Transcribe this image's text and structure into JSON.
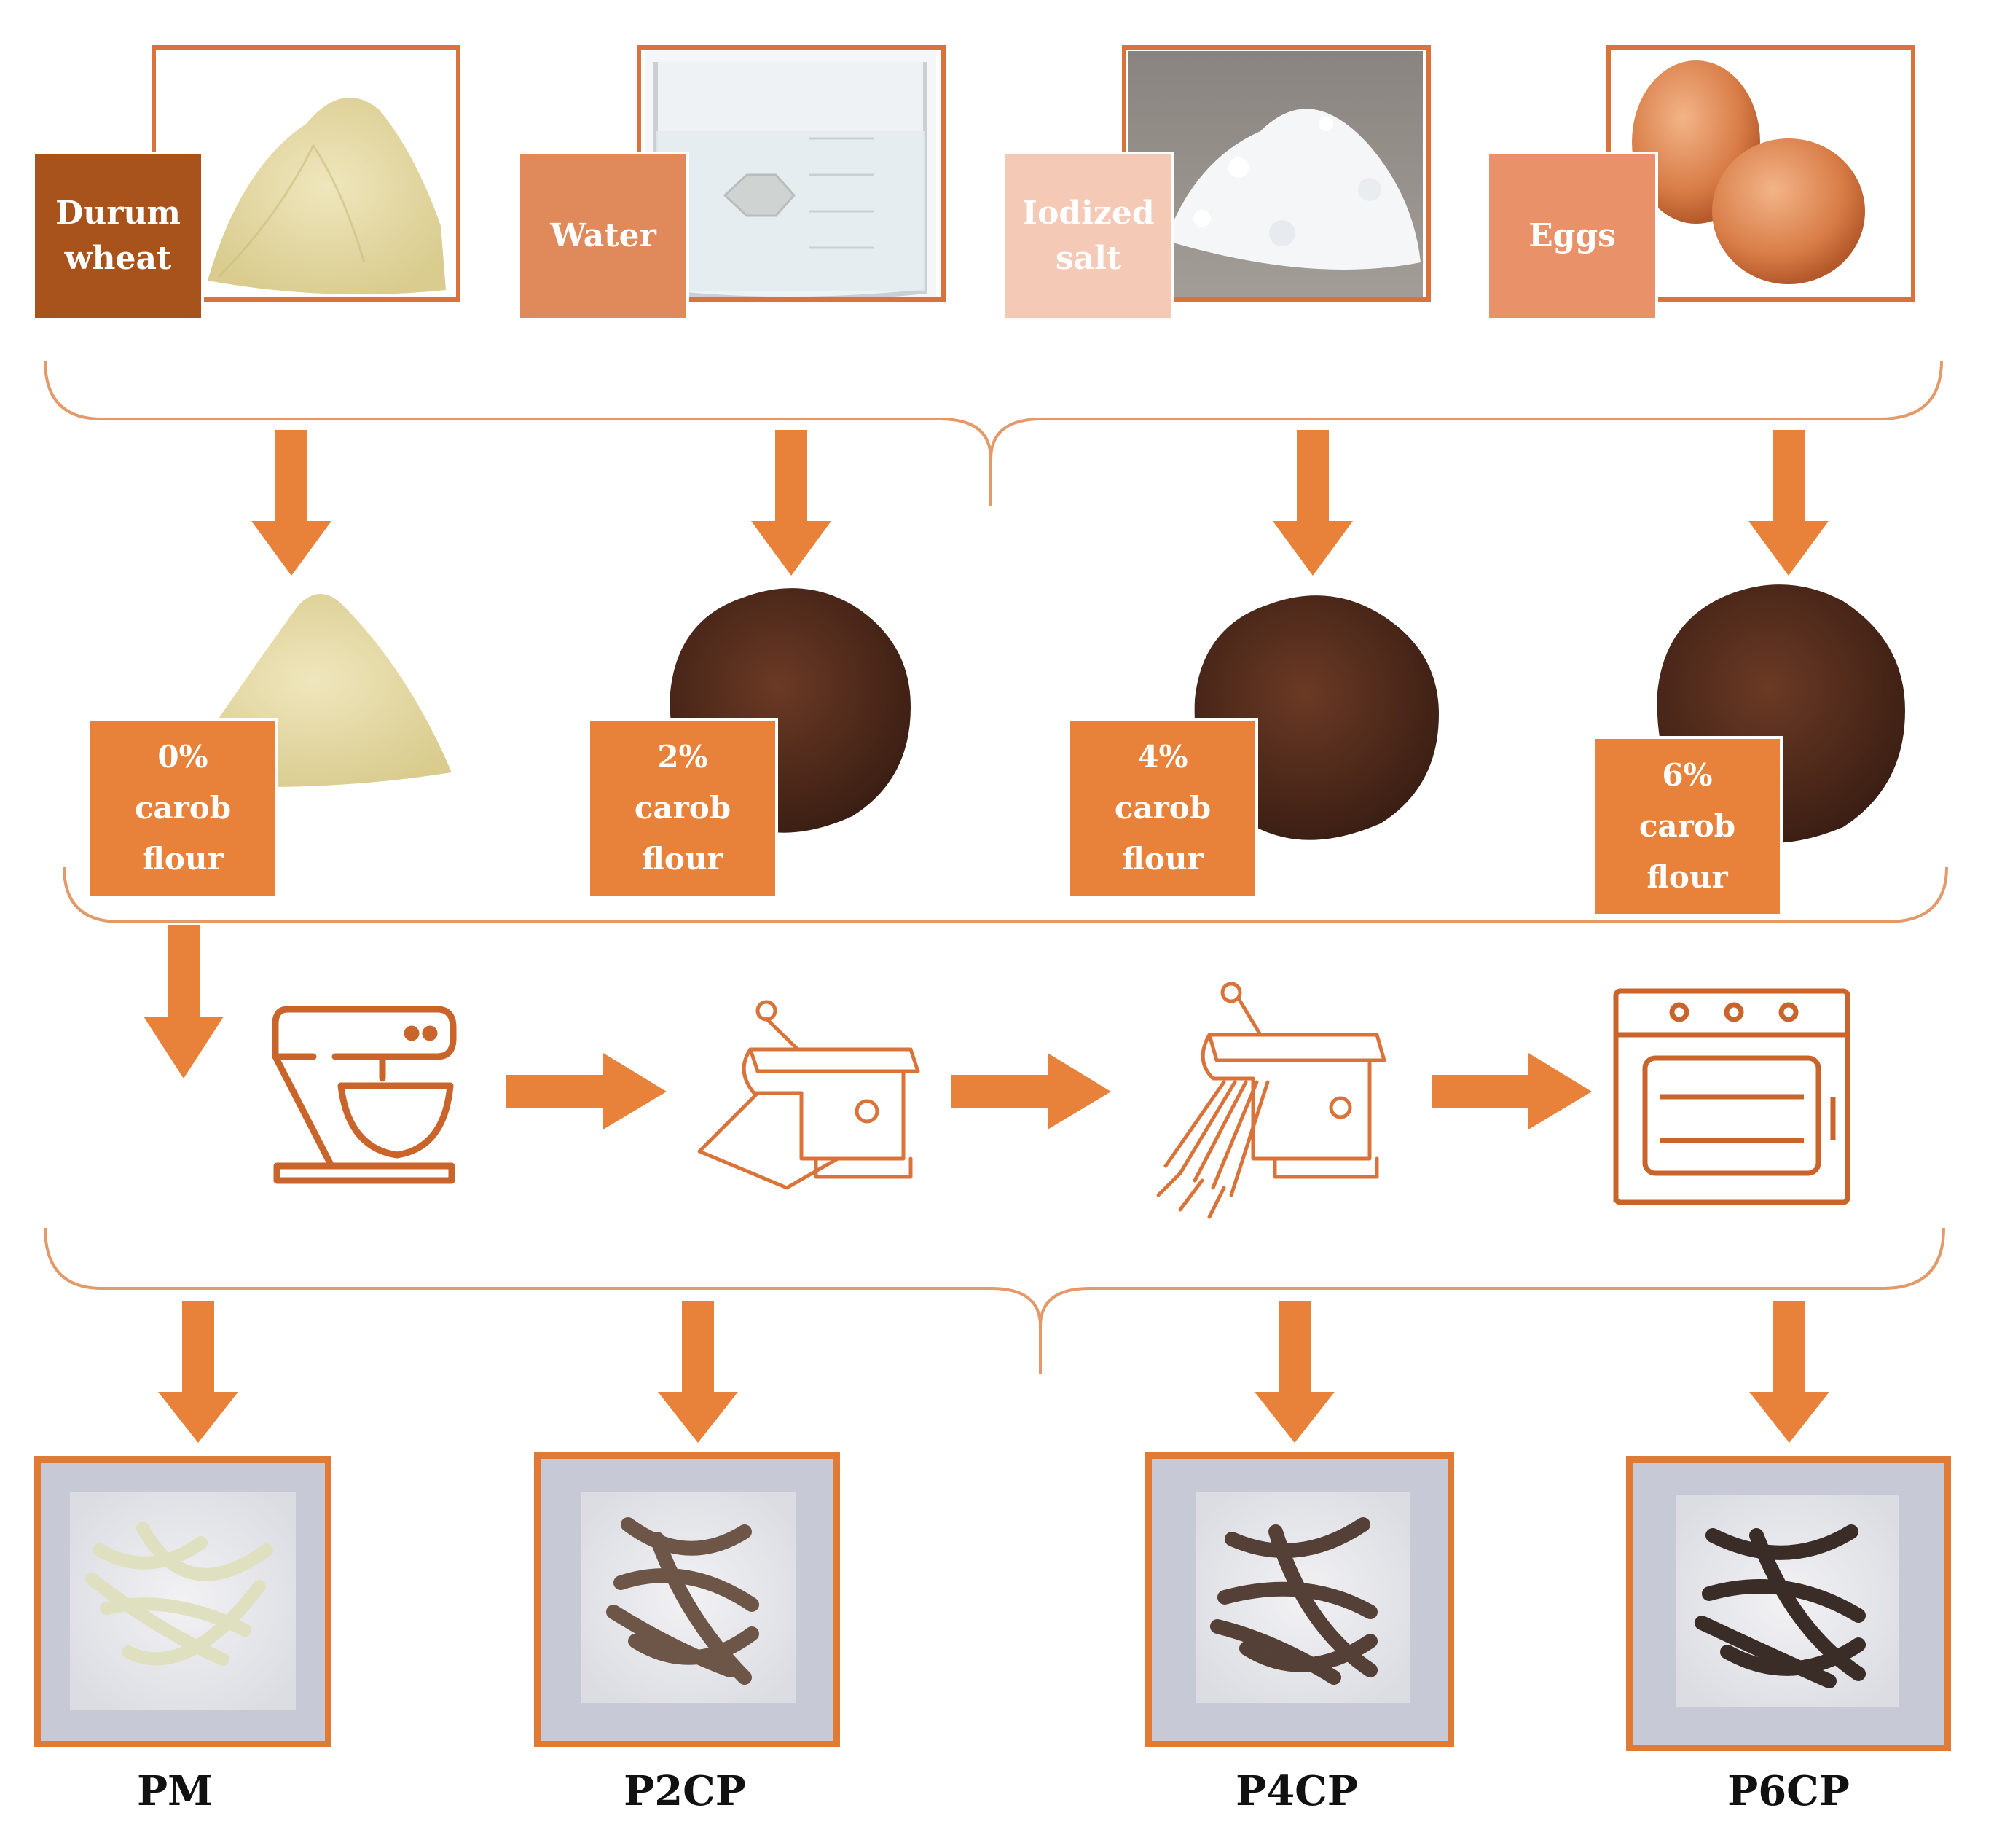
{
  "ingredients": [
    {
      "label": "Durum wheat",
      "icon": "durum-wheat-powder",
      "color": "#a9531c"
    },
    {
      "label": "Water",
      "icon": "water-beaker",
      "color": "#e0895a"
    },
    {
      "label": "Iodized salt",
      "icon": "salt-pile",
      "color": "#f4c9b6"
    },
    {
      "label": "Eggs",
      "icon": "eggs",
      "color": "#e9926a"
    }
  ],
  "flours": [
    {
      "label": "0% carob flour",
      "icon": "wheat-flour-pile"
    },
    {
      "label": "2% carob flour",
      "icon": "carob-flour-pile"
    },
    {
      "label": "4% carob flour",
      "icon": "carob-flour-pile"
    },
    {
      "label": "6% carob flour",
      "icon": "carob-flour-pile"
    }
  ],
  "process_steps": [
    {
      "icon": "stand-mixer-icon"
    },
    {
      "icon": "pasta-sheeter-icon"
    },
    {
      "icon": "pasta-cutter-icon"
    },
    {
      "icon": "oven-icon"
    }
  ],
  "products": [
    {
      "label": "PM",
      "icon": "pasta-photo"
    },
    {
      "label": "P2CP",
      "icon": "pasta-photo"
    },
    {
      "label": "P4CP",
      "icon": "pasta-photo"
    },
    {
      "label": "P6CP",
      "icon": "pasta-photo"
    }
  ],
  "colors": {
    "accent": "#e8823a",
    "frame": "#d9733a",
    "brace": "#e39a68",
    "carob": "#4e2a1c",
    "wheat_flour": "#e6dcaa"
  }
}
